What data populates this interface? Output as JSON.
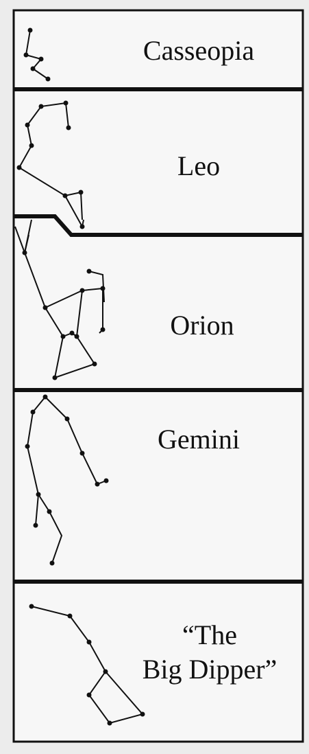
{
  "constellations": [
    {
      "id": "cassiopeia",
      "label": "Casseopia"
    },
    {
      "id": "leo",
      "label": "Leo"
    },
    {
      "id": "orion",
      "label": "Orion"
    },
    {
      "id": "gemini",
      "label": "Gemini"
    },
    {
      "id": "big-dipper",
      "label_line1": "“The",
      "label_line2": "Big Dipper”"
    }
  ],
  "colors": {
    "background": "#ececec",
    "panel": "#f7f7f7",
    "ink": "#111111"
  }
}
